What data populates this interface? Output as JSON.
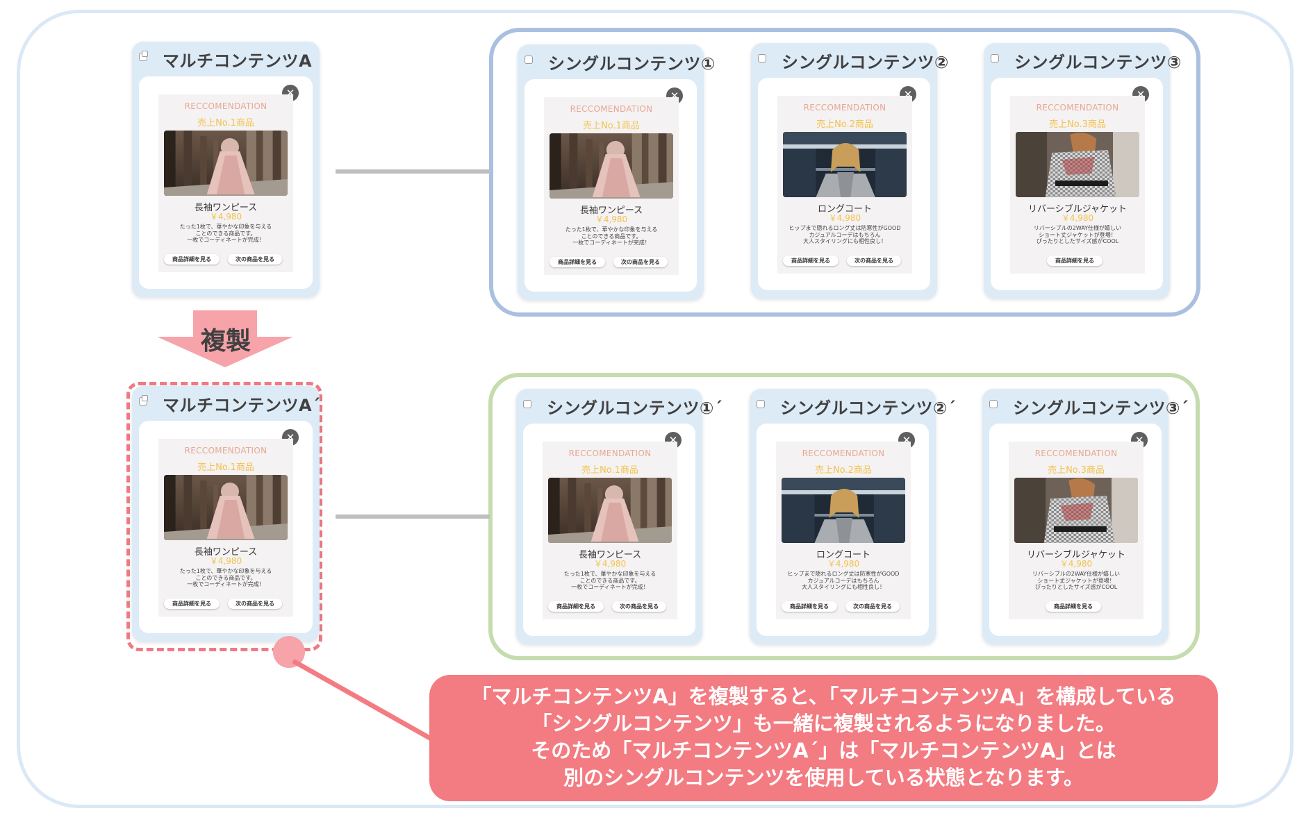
{
  "products": {
    "p1": {
      "reco": "RECCOMENDATION",
      "rank": "売上No.1商品",
      "name": "長袖ワンピース",
      "price": "￥4,980",
      "desc": [
        "たった1枚で、華やかな印象を与える",
        "ことのできる商品です。",
        "一枚でコーディネートが完成！"
      ],
      "btn1": "商品詳細を見る",
      "btn2": "次の商品を見る"
    },
    "p2": {
      "reco": "RECCOMENDATION",
      "rank": "売上No.2商品",
      "name": "ロングコート",
      "price": "￥4,980",
      "desc": [
        "ヒップまで隠れるロング丈は防寒性がGOOD",
        "カジュアルコーデはもちろん",
        "大人スタイリングにも相性良し！"
      ],
      "btn1": "商品詳細を見る",
      "btn2": "次の商品を見る"
    },
    "p3": {
      "reco": "RECCOMENDATION",
      "rank": "売上No.3商品",
      "name": "リバーシブルジャケット",
      "price": "￥4,980",
      "desc": [
        "リバーシブルの2WAY仕様が嬉しい",
        "ショート丈ジャケットが登場！",
        "ぴったりとしたサイズ感がCOOL"
      ],
      "btn1": "商品詳細を見る"
    }
  },
  "cards": {
    "multi_a": {
      "title": "マルチコンテンツA"
    },
    "single_1": {
      "title": "シングルコンテンツ①"
    },
    "single_2": {
      "title": "シングルコンテンツ②"
    },
    "single_3": {
      "title": "シングルコンテンツ③"
    },
    "multi_a2": {
      "title": "マルチコンテンツA´"
    },
    "single_1b": {
      "title": "シングルコンテンツ①´"
    },
    "single_2b": {
      "title": "シングルコンテンツ②´"
    },
    "single_3b": {
      "title": "シングルコンテンツ③´"
    }
  },
  "duplicate_label": "複製",
  "callout": {
    "lines": [
      "「マルチコンテンツA」を複製すると、「マルチコンテンツA」を構成している",
      "「シングルコンテンツ」も一緒に複製されるようになりました。",
      "そのため「マルチコンテンツA´」は「マルチコンテンツA」とは",
      "別のシングルコンテンツを使用している状態となります。"
    ]
  },
  "colors": {
    "card_header": "#ddebf7",
    "group_original": "#aac0e0",
    "group_copy": "#c5dcae",
    "highlight": "#f07a84",
    "callout_bg": "#f37b82",
    "arrow": "#f7a3aa",
    "price": "#f3c24d",
    "reco_label": "#e8a796"
  }
}
